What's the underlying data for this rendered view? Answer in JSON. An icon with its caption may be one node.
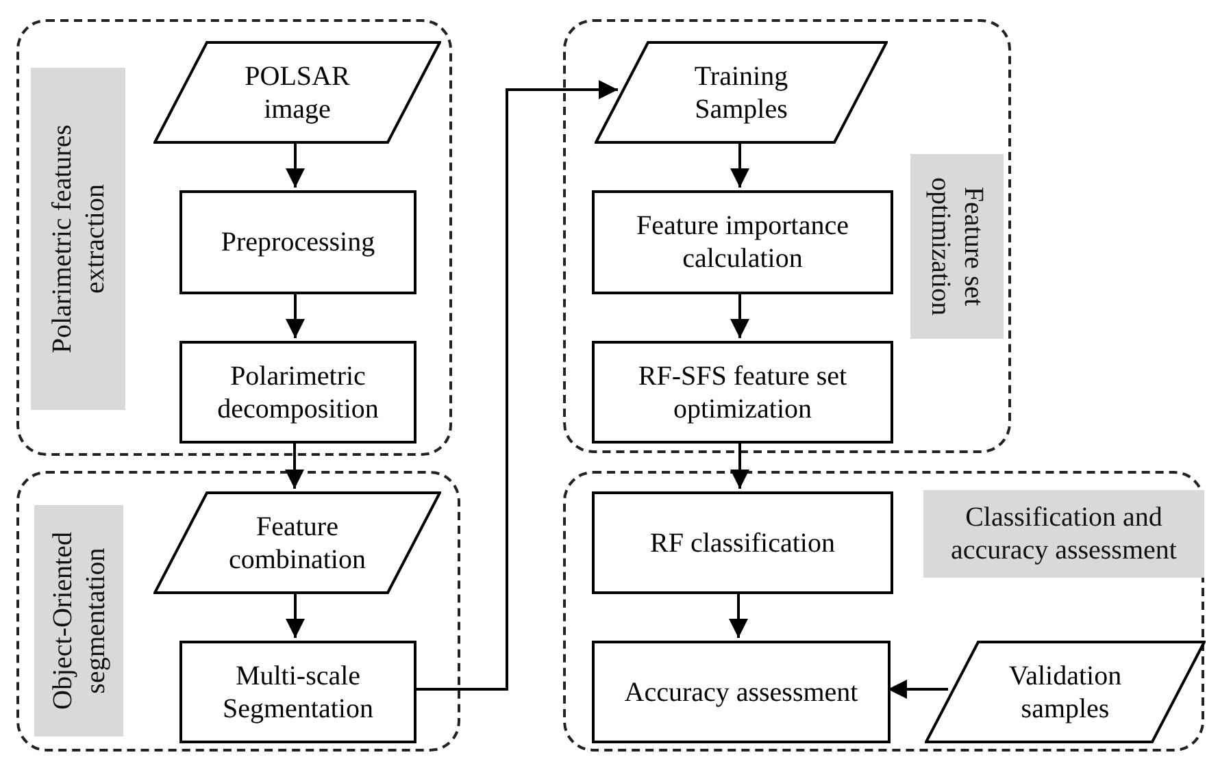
{
  "diagram": {
    "nodes": [
      {
        "text": [
          "Polarimetric features extraction"
        ]
      },
      {
        "text": [
          "POLSAR image"
        ],
        "in": 0
      },
      {
        "text": [
          "Preprocessing"
        ],
        "in": 0
      },
      {
        "text": [
          "Polarimetric decomposition"
        ],
        "in": 0
      },
      {
        "text": [
          "Feature set optimization"
        ]
      },
      {
        "text": [
          "Training Samples"
        ],
        "in": 4
      },
      {
        "text": [
          "Feature importance calculation"
        ],
        "in": 4
      },
      {
        "text": [
          "RF-SFS feature set optimization"
        ],
        "in": 4
      },
      {
        "text": [
          "Object-Oriented segmentation"
        ]
      },
      {
        "text": [
          "Feature combination"
        ],
        "in": 8
      },
      {
        "text": [
          "Multi-scale Segmentation"
        ],
        "in": 8
      },
      {
        "text": [
          "Classification and accuracy assessment"
        ]
      },
      {
        "text": [
          "RF classification"
        ],
        "in": 11
      },
      {
        "text": [
          "Accuracy assessment"
        ],
        "in": 11
      },
      {
        "text": [
          "Validation samples"
        ],
        "in": 11
      }
    ],
    "edges": [
      {
        "from": 1,
        "to": 2,
        "arrow": "to"
      },
      {
        "from": 2,
        "to": 3,
        "arrow": "to"
      },
      {
        "from": 3,
        "to": 9,
        "arrow": "to"
      },
      {
        "from": 9,
        "to": 10,
        "arrow": "to"
      },
      {
        "from": 10,
        "to": 5,
        "arrow": "to"
      },
      {
        "from": 5,
        "to": 6,
        "arrow": "to"
      },
      {
        "from": 6,
        "to": 7,
        "arrow": "to"
      },
      {
        "from": 7,
        "to": 12,
        "arrow": "to"
      },
      {
        "from": 12,
        "to": 13,
        "arrow": "to"
      },
      {
        "from": 14,
        "to": 13,
        "arrow": "to"
      }
    ]
  }
}
